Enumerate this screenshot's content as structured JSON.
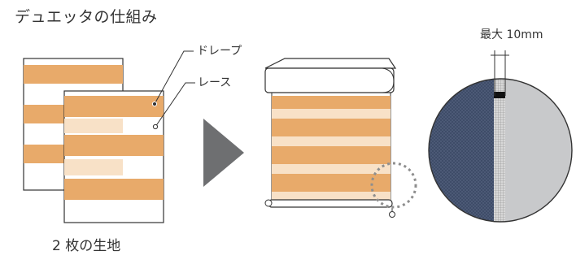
{
  "title": "デュエッタの仕組み",
  "caption": "2 枚の生地",
  "labels": {
    "drape": "ドレープ",
    "lace": "レース",
    "gap": "最大 10mm"
  },
  "colors": {
    "fabric_orange": "#E8AA6A",
    "fabric_light": "#F8E1C7",
    "outline": "#333333",
    "arrow": "#6E6F71",
    "closeup_fabric": "#3C4A66",
    "closeup_gray": "#C8C9CB",
    "dotted_circle": "#8E8E8E"
  },
  "icons": [
    "arrow-right-icon",
    "magnify-circle-icon"
  ]
}
